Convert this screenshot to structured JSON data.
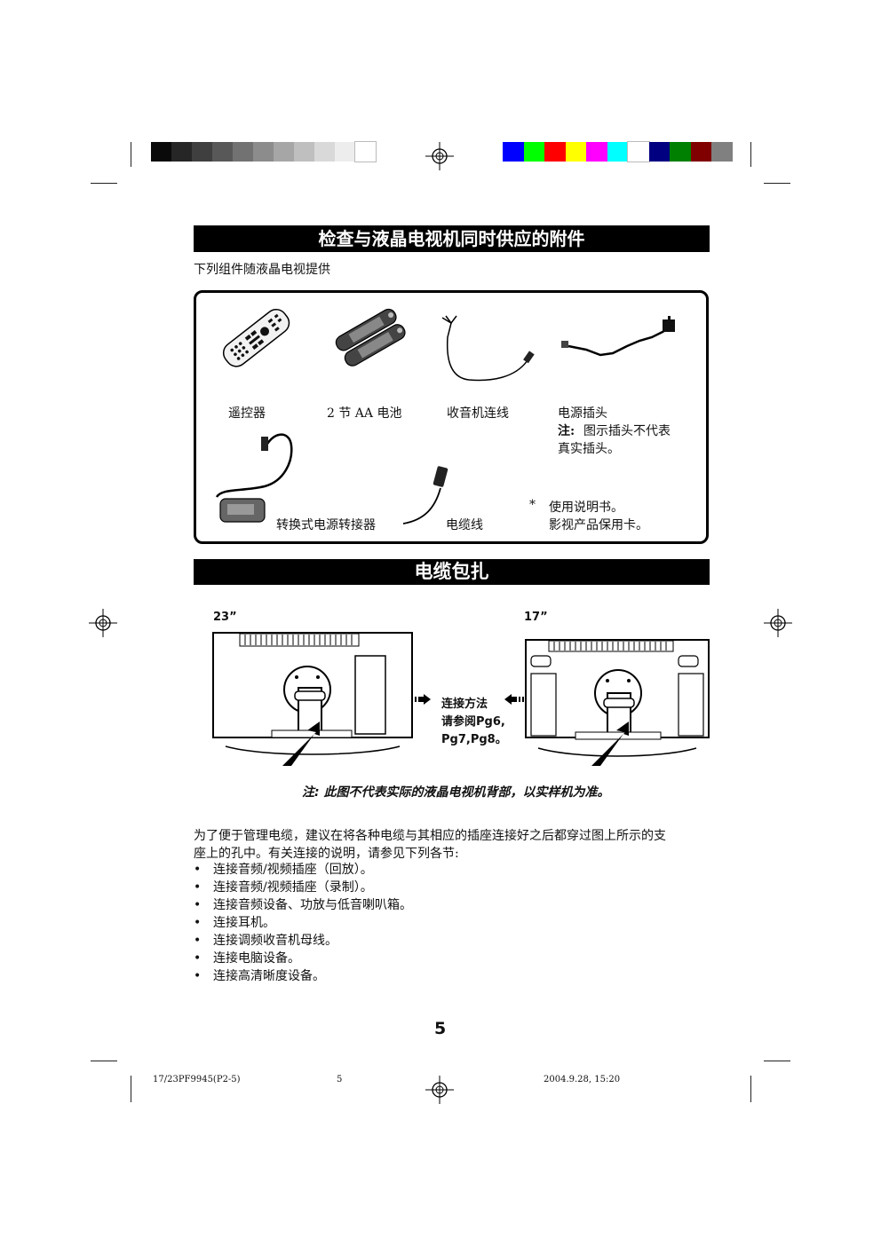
{
  "colors": {
    "gray_swatches": [
      "#0a0a0a",
      "#262626",
      "#3f3f3f",
      "#585858",
      "#727272",
      "#8c8c8c",
      "#a6a6a6",
      "#bfbfbf",
      "#d9d9d9",
      "#ededed",
      "#ffffff"
    ],
    "color_swatches": [
      "#0000ff",
      "#00ff00",
      "#ff0000",
      "#ffff00",
      "#ff00ff",
      "#00ffff",
      "#ffffff",
      "#000080",
      "#008000",
      "#800000",
      "#808080"
    ],
    "title_bar": "#000000"
  },
  "section1": {
    "title": "检查与液晶电视机同时供应的附件",
    "subtitle": "下列组件随液晶电视提供",
    "items": {
      "remote": "遥控器",
      "battery": "2 节 AA 电池",
      "radio_cable": "收音机连线",
      "power_plug": "电源插头",
      "plug_note_label": "注:",
      "plug_note_1": "图示插头不代表",
      "plug_note_2": "真实插头。",
      "adapter": "转换式电源转接器",
      "cable": "电缆线",
      "asterisk": "*",
      "manual": "使用说明书。",
      "warranty": "影视产品保用卡。"
    }
  },
  "section2": {
    "title": "电缆包扎",
    "size_left": "23”",
    "size_right": "17”",
    "connect_1": "连接方法",
    "connect_2": "请参阅Pg6,",
    "connect_3": "Pg7,Pg8。",
    "note": "注:  此图不代表实际的液晶电视机背部，以实样机为准。",
    "para_1": "为了便于管理电缆，建议在将各种电缆与其相应的插座连接好之后都穿过图上所示的支",
    "para_2": "座上的孔中。有关连接的说明，请参见下列各节:",
    "bullet_char": "•",
    "bullets": [
      "连接音频/视频插座（回放）。",
      "连接音频/视频插座（录制）。",
      "连接音频设备、功放与低音喇叭箱。",
      "连接耳机。",
      "连接调频收音机母线。",
      "连接电脑设备。",
      "连接高清晰度设备。"
    ]
  },
  "page_number": "5",
  "footer": {
    "left": "17/23PF9945(P2-5)",
    "center": "5",
    "right": "2004.9.28,  15:20"
  }
}
